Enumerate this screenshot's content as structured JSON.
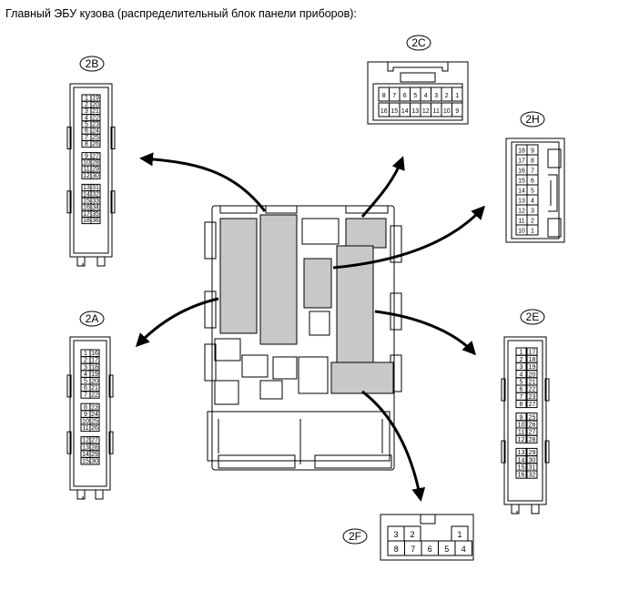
{
  "title": "Главный ЭБУ кузова (распределительный блок панели приборов):",
  "colors": {
    "shade": "#c8c8c8",
    "stroke": "#000000",
    "background": "#ffffff"
  },
  "connectors": [
    {
      "id": "2B",
      "label": "2B",
      "rows": [
        [
          "1",
          "19"
        ],
        [
          "2",
          "20"
        ],
        [
          "3",
          "21"
        ],
        [
          "4",
          "22"
        ],
        [
          "5",
          "23"
        ],
        [
          "6",
          "24"
        ],
        [
          "7",
          "25"
        ],
        [
          "8",
          "26"
        ],
        [
          "9",
          "27"
        ],
        [
          "10",
          "28"
        ],
        [
          "11",
          "29"
        ],
        [
          "12",
          "30"
        ],
        [
          "13",
          "31"
        ],
        [
          "14",
          "32"
        ],
        [
          "15",
          "33"
        ],
        [
          "16",
          "34"
        ],
        [
          "17",
          "35"
        ],
        [
          "18",
          "36"
        ]
      ]
    },
    {
      "id": "2A",
      "label": "2A",
      "rows": [
        [
          "1",
          "16"
        ],
        [
          "2",
          "17"
        ],
        [
          "3",
          "18"
        ],
        [
          "4",
          "19"
        ],
        [
          "5",
          "20"
        ],
        [
          "6",
          "21"
        ],
        [
          "7",
          "22"
        ],
        [
          "8",
          "23"
        ],
        [
          "9",
          "24"
        ],
        [
          "10",
          "25"
        ],
        [
          "11",
          "26"
        ],
        [
          "12",
          "27"
        ],
        [
          "13",
          "28"
        ],
        [
          "14",
          "29"
        ],
        [
          "15",
          "30"
        ]
      ]
    },
    {
      "id": "2E",
      "label": "2E",
      "rows": [
        [
          "1",
          "17"
        ],
        [
          "2",
          "18"
        ],
        [
          "3",
          "19"
        ],
        [
          "4",
          "20"
        ],
        [
          "5",
          "21"
        ],
        [
          "6",
          "22"
        ],
        [
          "7",
          "23"
        ],
        [
          "8",
          "27"
        ],
        [
          "9",
          "25"
        ],
        [
          "10",
          "26"
        ],
        [
          "11",
          "27"
        ],
        [
          "12",
          "28"
        ],
        [
          "13",
          "29"
        ],
        [
          "14",
          "30"
        ],
        [
          "15",
          "31"
        ],
        [
          "16",
          "32"
        ]
      ]
    },
    {
      "id": "2C",
      "label": "2C",
      "rows": [
        [
          "8",
          "7",
          "6",
          "5",
          "4",
          "3",
          "2",
          "1"
        ],
        [
          "16",
          "15",
          "14",
          "13",
          "12",
          "11",
          "10",
          "9"
        ]
      ]
    },
    {
      "id": "2H",
      "label": "2H",
      "rows": [
        [
          "18",
          "9"
        ],
        [
          "17",
          "8"
        ],
        [
          "16",
          "7"
        ],
        [
          "15",
          "6"
        ],
        [
          "14",
          "5"
        ],
        [
          "13",
          "4"
        ],
        [
          "12",
          "3"
        ],
        [
          "11",
          "2"
        ],
        [
          "10",
          "1"
        ]
      ]
    },
    {
      "id": "2F",
      "label": "2F",
      "rows": [
        [
          "3",
          "2",
          "",
          "1"
        ],
        [
          "8",
          "7",
          "6",
          "5",
          "4"
        ]
      ]
    }
  ]
}
